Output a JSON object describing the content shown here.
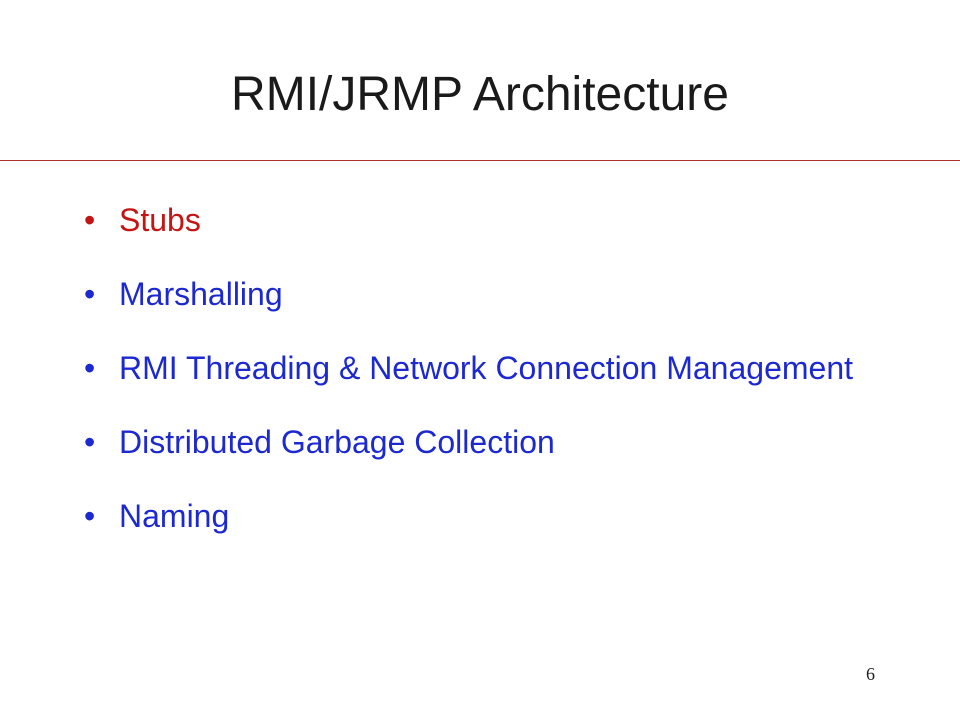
{
  "slide": {
    "title": "RMI/JRMP Architecture",
    "bullet_glyph": "•",
    "bullets": [
      {
        "label": "Stubs",
        "highlighted": true
      },
      {
        "label": "Marshalling",
        "highlighted": false
      },
      {
        "label": "RMI Threading & Network Connection Management",
        "highlighted": false
      },
      {
        "label": "Distributed Garbage Collection",
        "highlighted": false
      },
      {
        "label": "Naming",
        "highlighted": false
      }
    ],
    "page_number": "6"
  },
  "colors": {
    "highlight": "#c41414",
    "bullet_text": "#1c28d0",
    "title_text": "#1a1a1a",
    "rule": "#b03030"
  }
}
